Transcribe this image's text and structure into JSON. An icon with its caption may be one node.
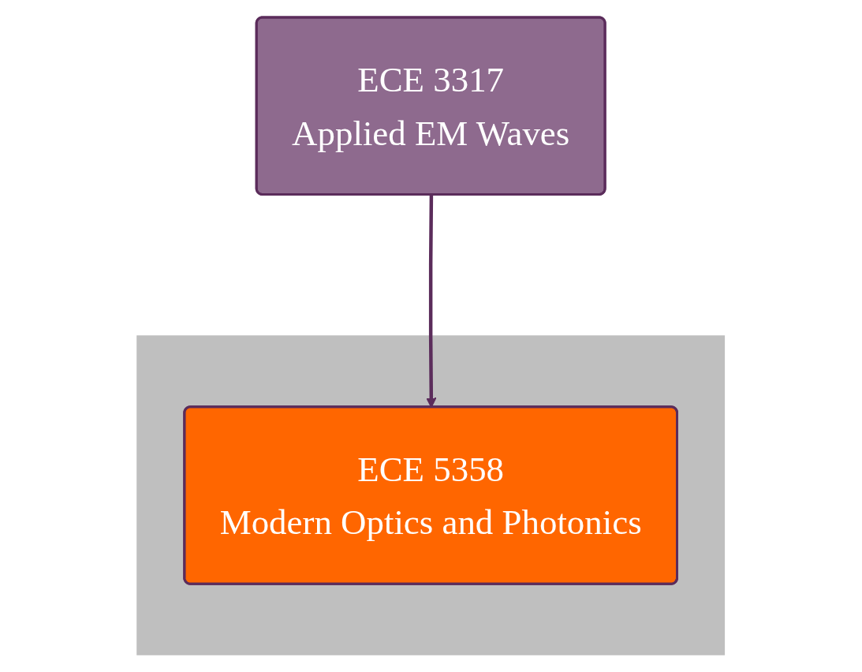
{
  "diagram": {
    "nodes": [
      {
        "text": [
          "ECE 3317",
          "Applied EM Waves"
        ]
      },
      {
        "text": [],
        "shape": "band"
      },
      {
        "text": [
          "ECE 5358",
          "Modern Optics and Photonics"
        ],
        "in": 1
      }
    ],
    "edges": [
      {
        "from": 0,
        "to": 2,
        "arrow": "to"
      }
    ]
  }
}
